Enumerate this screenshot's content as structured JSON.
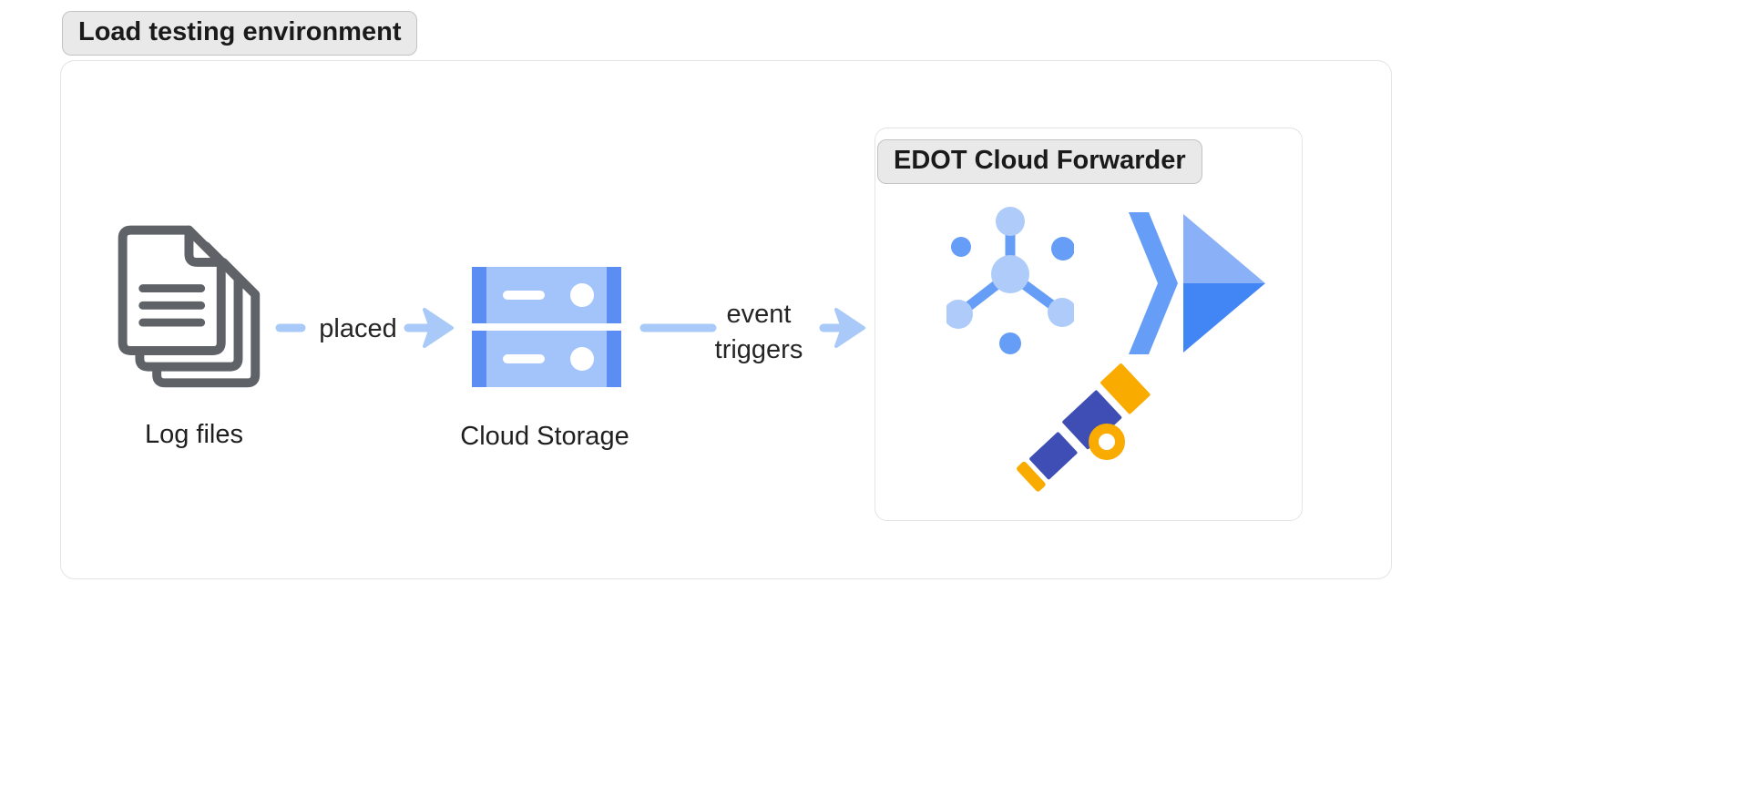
{
  "diagram": {
    "environment_label": "Load testing environment",
    "nodes": {
      "log_files": {
        "label": "Log files",
        "icon": "document-stack-icon"
      },
      "cloud_storage": {
        "label": "Cloud Storage",
        "icon": "cloud-storage-icon"
      },
      "edot_forwarder": {
        "label": "EDOT Cloud Forwarder",
        "icons": [
          "pubsub-icon",
          "forward-arrows-icon",
          "opentelemetry-telescope-icon"
        ]
      }
    },
    "edges": [
      {
        "from": "log_files",
        "to": "cloud_storage",
        "label": "placed"
      },
      {
        "from": "cloud_storage",
        "to": "edot_forwarder",
        "label": "event triggers"
      }
    ],
    "colors": {
      "arrow": "#a9c9f8",
      "badge_bg": "#e9e9e9",
      "badge_border": "#c3c3c3",
      "box_border": "#e4e4e7",
      "document_gray": "#5f6368",
      "blue_light": "#aecbfa",
      "blue_mid": "#669df6",
      "blue_dark": "#4285f4",
      "storage_body": "#a3c4fb",
      "storage_edge": "#5b8df2",
      "indigo": "#3f4eb5",
      "orange": "#f9ab00"
    }
  }
}
